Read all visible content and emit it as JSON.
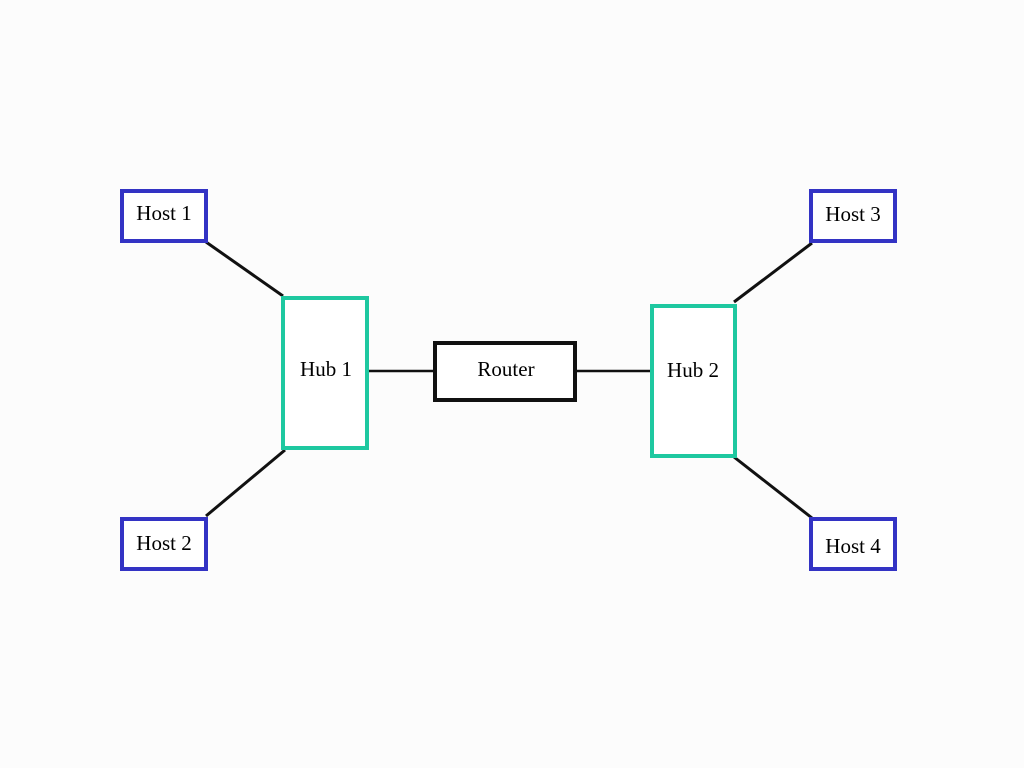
{
  "colors": {
    "background": "#fcfcfc",
    "host_border": "#3333c4",
    "hub_border": "#1ec8a0",
    "router_border": "#111111",
    "link": "#111111"
  },
  "nodes": {
    "host1": {
      "label": "Host 1",
      "kind": "host"
    },
    "host2": {
      "label": "Host 2",
      "kind": "host"
    },
    "host3": {
      "label": "Host 3",
      "kind": "host"
    },
    "host4": {
      "label": "Host 4",
      "kind": "host"
    },
    "hub1": {
      "label": "Hub 1",
      "kind": "hub"
    },
    "hub2": {
      "label": "Hub 2",
      "kind": "hub"
    },
    "router": {
      "label": "Router",
      "kind": "router"
    }
  },
  "links": [
    {
      "from": "host1",
      "to": "hub1"
    },
    {
      "from": "host2",
      "to": "hub1"
    },
    {
      "from": "hub1",
      "to": "router"
    },
    {
      "from": "router",
      "to": "hub2"
    },
    {
      "from": "hub2",
      "to": "host3"
    },
    {
      "from": "hub2",
      "to": "host4"
    }
  ]
}
